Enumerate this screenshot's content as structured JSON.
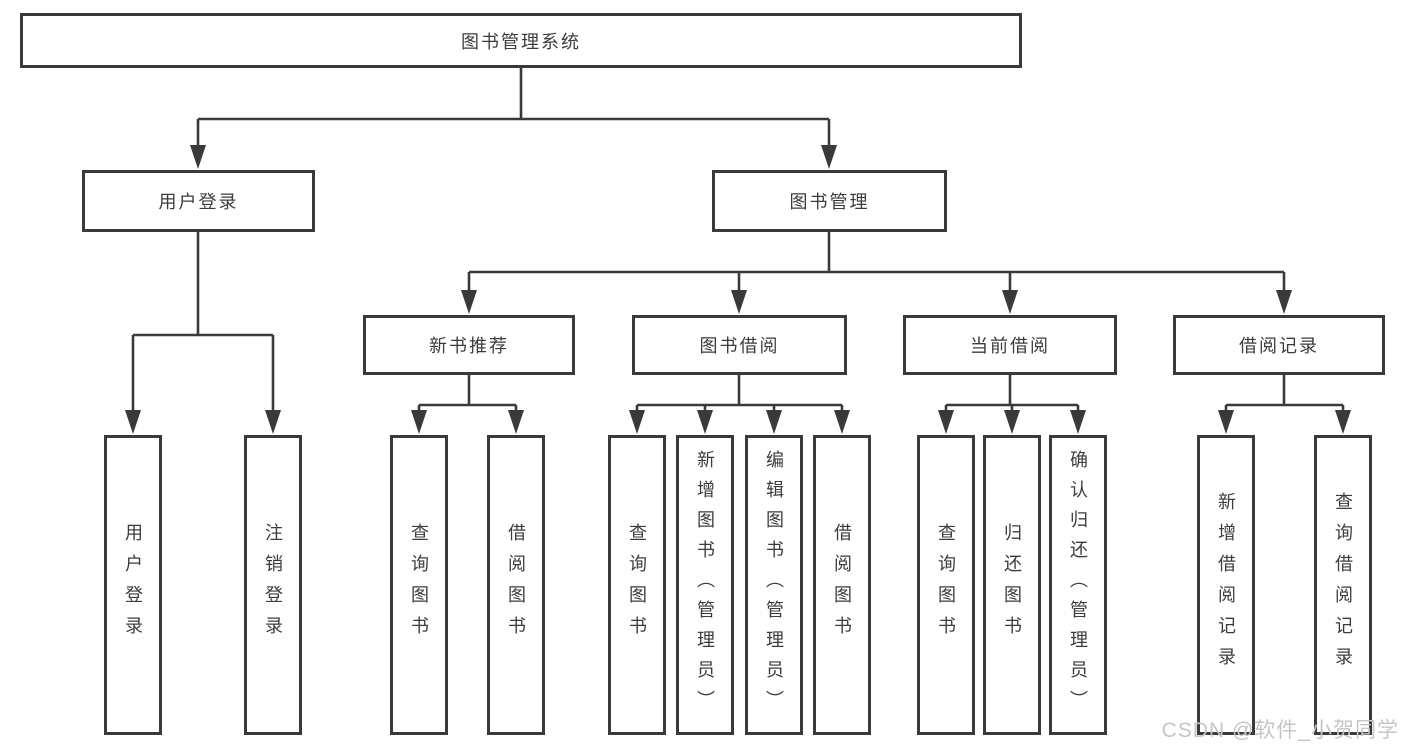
{
  "diagram_type": "hierarchy-tree",
  "tree": {
    "label": "图书管理系统",
    "children": [
      {
        "label": "用户登录",
        "children": [
          {
            "label": "用户登录"
          },
          {
            "label": "注销登录"
          }
        ]
      },
      {
        "label": "图书管理",
        "children": [
          {
            "label": "新书推荐",
            "children": [
              {
                "label": "查询图书"
              },
              {
                "label": "借阅图书"
              }
            ]
          },
          {
            "label": "图书借阅",
            "children": [
              {
                "label": "查询图书"
              },
              {
                "label": "新增图书（管理员）"
              },
              {
                "label": "编辑图书（管理员）"
              },
              {
                "label": "借阅图书"
              }
            ]
          },
          {
            "label": "当前借阅",
            "children": [
              {
                "label": "查询图书"
              },
              {
                "label": "归还图书"
              },
              {
                "label": "确认归还（管理员）"
              }
            ]
          },
          {
            "label": "借阅记录",
            "children": [
              {
                "label": "新增借阅记录"
              },
              {
                "label": "查询借阅记录"
              }
            ]
          }
        ]
      }
    ]
  },
  "watermark": "CSDN @软件_小贺同学",
  "colors": {
    "line": "#3a3a3a",
    "box_border": "#3a3a3a",
    "box_fill": "#ffffff",
    "text": "#3c3c3c",
    "watermark": "#c8c4c4",
    "background": "#ffffff"
  }
}
